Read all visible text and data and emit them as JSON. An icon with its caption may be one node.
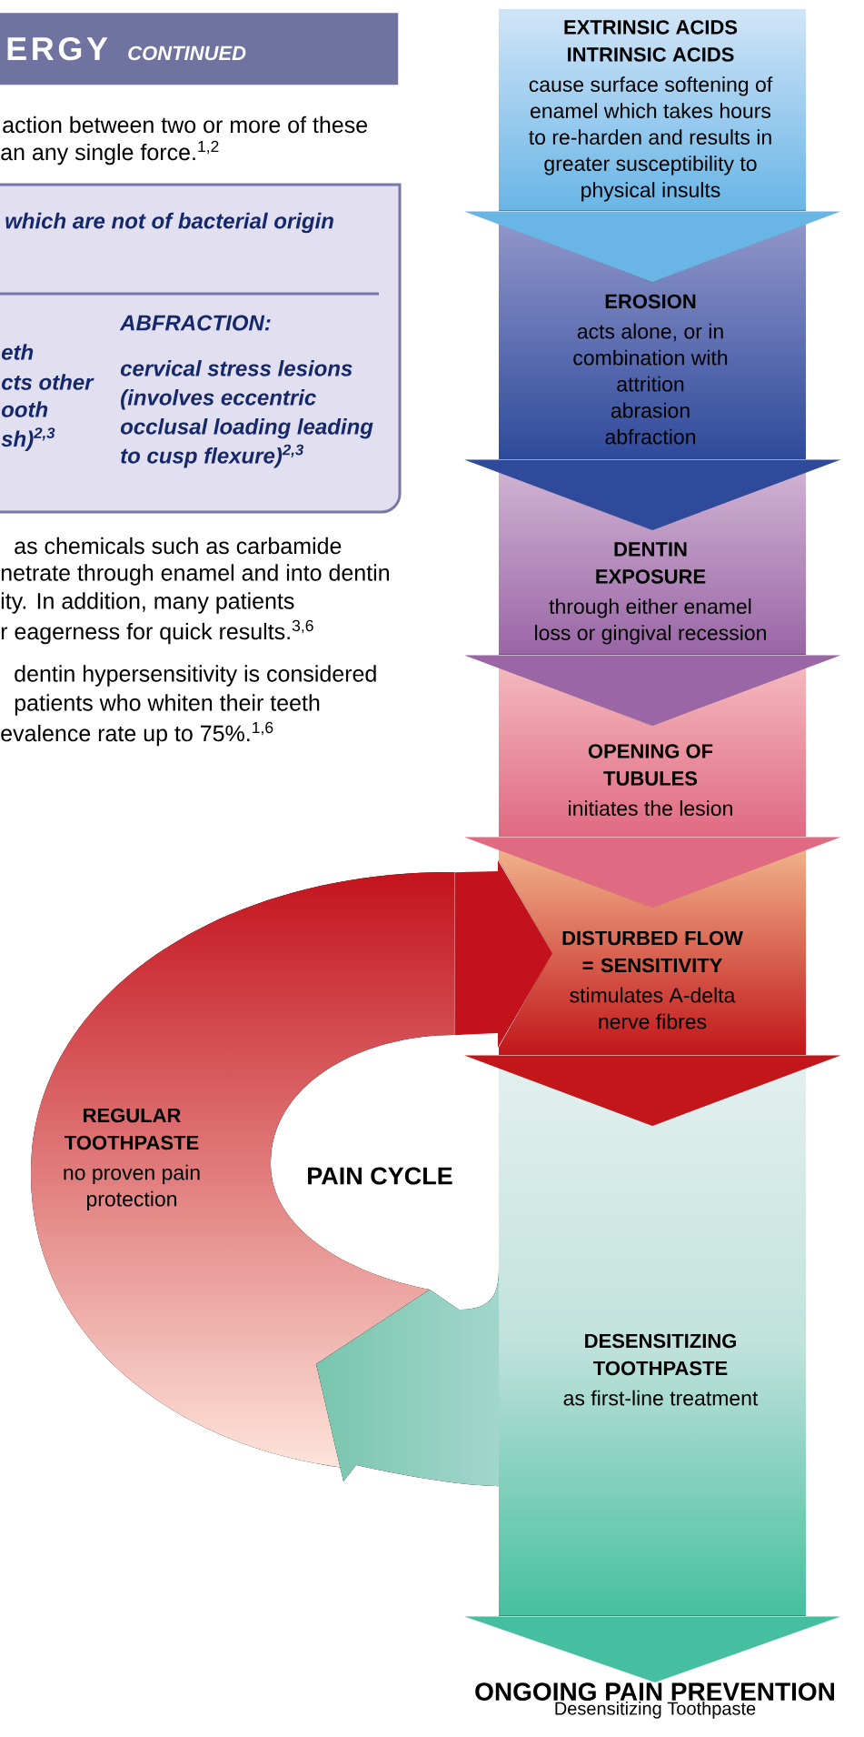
{
  "diagram": {
    "nodes": [
      {
        "text": [
          "ERGY",
          "CONTINUED"
        ]
      },
      {
        "text": [
          "which are not of bacterial origin",
          "eth",
          "cts other",
          "ooth",
          "sh)$^{2,3}$",
          "ABFRACTION:",
          "cervical stress lesions (involves eccentric occlusal loading leading to cusp flexure)$^{2,3}$"
        ]
      },
      {
        "text": [
          "EXTRINSIC ACIDS INTRINSIC ACIDS",
          "cause surface softening of enamel which takes hours to re-harden and results in greater susceptibility to physical insults"
        ]
      },
      {
        "text": [
          "EROSION",
          "acts alone, or in combination with",
          "attrition",
          "abrasion",
          "abfraction"
        ]
      },
      {
        "text": [
          "DENTIN EXPOSURE",
          "through either enamel loss or gingival recession"
        ]
      },
      {
        "text": [
          "OPENING OF TUBULES",
          "initiates the lesion"
        ]
      },
      {
        "text": [
          "DISTURBED FLOW = SENSITIVITY",
          "stimulates A-delta nerve fibres"
        ]
      },
      {
        "text": [
          "REGULAR TOOTHPASTE",
          "no proven pain protection"
        ]
      },
      {
        "text": [
          "DESENSITIZING TOOTHPASTE",
          "as first-line treatment"
        ]
      },
      {
        "text": [
          "ONGOING PAIN PREVENTION",
          "Desensitizing Toothpaste"
        ]
      }
    ],
    "edges": [
      {
        "from": 2,
        "to": 3,
        "arrow": "to"
      },
      {
        "from": 3,
        "to": 4,
        "arrow": "to"
      },
      {
        "from": 4,
        "to": 5,
        "arrow": "to"
      },
      {
        "from": 5,
        "to": 6,
        "arrow": "to"
      },
      {
        "from": 6,
        "to": 8,
        "arrow": "to"
      },
      {
        "from": 8,
        "to": 9,
        "arrow": "to"
      },
      {
        "from": 7,
        "to": 6,
        "arrow": "to"
      },
      {
        "from": 8,
        "to": 7,
        "arrow": "to"
      }
    ],
    "labels": [
      "action between two or more of these",
      "an any single force.$^{1,2}$",
      "as chemicals such as carbamide",
      "netrate through enamel and into dentin",
      "ity. In addition, many patients",
      "r eagerness for quick results.$^{3,6}$",
      "dentin hypersensitivity is considered",
      "patients who whiten their teeth",
      "evalence rate up to 75%.$^{1,6}$",
      "PAIN CYCLE"
    ]
  }
}
